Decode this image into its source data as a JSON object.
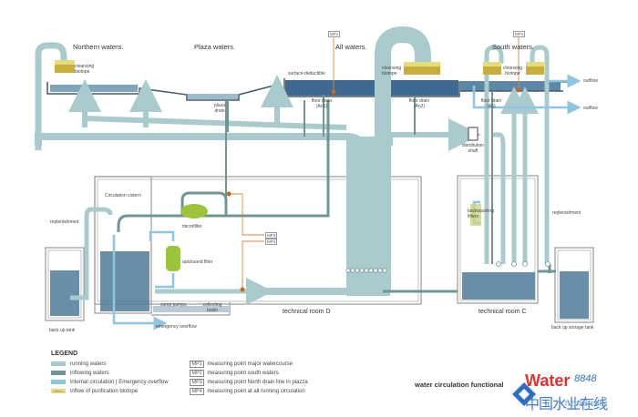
{
  "diagram": {
    "zones": {
      "northern": "Northern waters.",
      "plaza": "Plaza waters.",
      "all": "All waters.",
      "south": "South waters."
    },
    "labels": {
      "cleansing_biotope_north": "cleansing biotope",
      "cleansing_biotope_all": "cleansing biotope",
      "cleansing_biotope_south": "cleansing biotope",
      "plaza_drain": "plaza drain",
      "surface_deductible": "surface-deductible",
      "floor_drain_a1": "floor drain (An1)",
      "floor_drain_a2": "floor drain (An2)",
      "floor_drain_a3": "floor drain (A5)",
      "outflow_1": "outflow",
      "outflow_2": "outflow",
      "distribution_shaft": "distribution shaft",
      "circulation_cistern": "Circulation cistern",
      "microfilter": "microfilter",
      "quicksand_filter": "quicksand filter",
      "replenishment_left": "replenishment",
      "replenishment_right": "replenishment",
      "back_up_tank": "back up tank",
      "back_up_storage_tank": "back up storage tank",
      "sump_pumps": "sump pumps",
      "collecting_basin": "collecting basin",
      "emergency_overflow": "emergency overflow",
      "backwashing_filters": "backwashing filters",
      "technical_room_d": "technical room D",
      "technical_room_c": "technical room C"
    },
    "measuring_points": {
      "mp1": "MP1",
      "mp2": "MP2",
      "mp3": "MP3",
      "mp4": "MP4"
    }
  },
  "legend": {
    "title": "LEGEND",
    "items": [
      {
        "label": "running waters",
        "color": "#a9cbcd"
      },
      {
        "label": "inflowing waters",
        "color": "#6f9594"
      },
      {
        "label": "internal circulation | Emergency overflow",
        "color": "#8ec5df"
      },
      {
        "label": "inflow of  purification biotope",
        "color": "#d8c25a",
        "swatch_text": "inflow"
      }
    ],
    "mp_items": [
      {
        "tag": "MP1",
        "label": "measuring point major watercourse"
      },
      {
        "tag": "MP2",
        "label": "measuring point south waters"
      },
      {
        "tag": "MP3",
        "label": "measuring point North drain line in piazza"
      },
      {
        "tag": "MP4",
        "label": "measuring point at all running circulation"
      }
    ]
  },
  "caption": "water circulation functional",
  "watermark": {
    "brand": "Water",
    "number": "8848",
    "chinese": "中国水业在线",
    "domain": "h2o88.com"
  },
  "colors": {
    "running": "#a9cbcd",
    "inflowing": "#6f9594",
    "internal": "#8ec5df",
    "basin": "#4f7b99",
    "measure": "#d9883a",
    "wall": "#8a8a8a",
    "filter": "#9cc43a"
  }
}
